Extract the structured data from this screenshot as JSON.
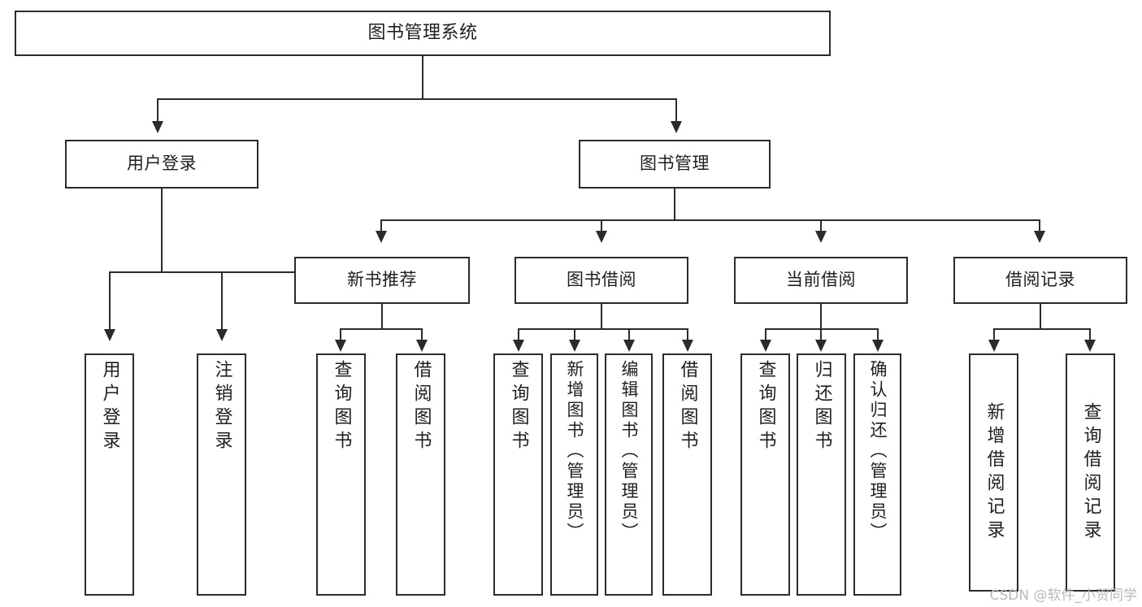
{
  "diagram": {
    "title": "图书管理系统",
    "type": "tree",
    "root": {
      "label": "图书管理系统"
    },
    "level2": [
      {
        "label": "用户登录"
      },
      {
        "label": "图书管理"
      }
    ],
    "level3": [
      {
        "label": "新书推荐",
        "parent": "图书管理"
      },
      {
        "label": "图书借阅",
        "parent": "图书管理"
      },
      {
        "label": "当前借阅",
        "parent": "图书管理"
      },
      {
        "label": "借阅记录",
        "parent": "图书管理"
      }
    ],
    "leaves": [
      {
        "label": "用户登录",
        "parent": "用户登录"
      },
      {
        "label": "注销登录",
        "parent": "用户登录"
      },
      {
        "label": "查询图书",
        "parent": "新书推荐"
      },
      {
        "label": "借阅图书",
        "parent": "新书推荐"
      },
      {
        "label": "查询图书",
        "parent": "图书借阅"
      },
      {
        "label": "新增图书（管理员）",
        "parent": "图书借阅"
      },
      {
        "label": "编辑图书（管理员）",
        "parent": "图书借阅"
      },
      {
        "label": "借阅图书",
        "parent": "图书借阅"
      },
      {
        "label": "查询图书",
        "parent": "当前借阅"
      },
      {
        "label": "归还图书",
        "parent": "当前借阅"
      },
      {
        "label": "确认归还（管理员）",
        "parent": "当前借阅"
      },
      {
        "label": "新增借阅记录",
        "parent": "借阅记录"
      },
      {
        "label": "查询借阅记录",
        "parent": "借阅记录"
      }
    ]
  },
  "watermark": {
    "text": "CSDN @软件_小贺同学"
  },
  "colors": {
    "background": "#ffffff",
    "box_border": "#2b2b2b",
    "text": "#1f1f1f",
    "connector": "#2b2b2b",
    "watermark": "#b9b9b9"
  }
}
